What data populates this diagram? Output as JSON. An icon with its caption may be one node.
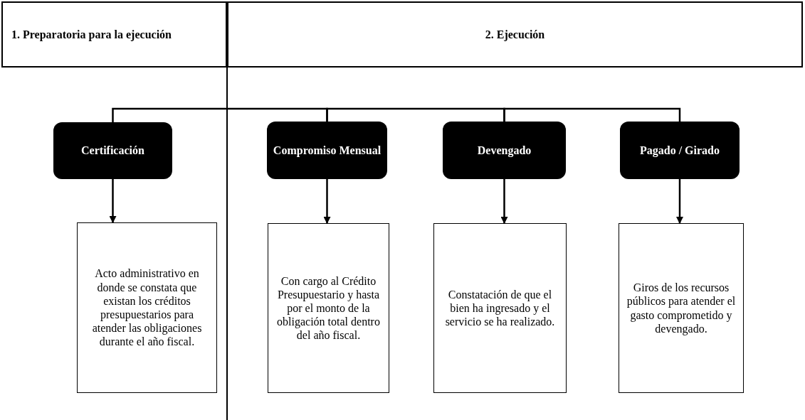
{
  "diagram": {
    "nodes": [
      {
        "text": [
          "1. Preparatoria para la ejecución"
        ]
      },
      {
        "text": [
          "2. Ejecución"
        ]
      },
      {
        "text": [
          "Certificación"
        ]
      },
      {
        "text": [
          "Compromiso Mensual"
        ]
      },
      {
        "text": [
          "Devengado"
        ]
      },
      {
        "text": [
          "Pagado / Girado"
        ]
      },
      {
        "text": [
          "Acto administrativo en donde se constata que existan los créditos presupuestarios para atender las obligaciones durante el año fiscal."
        ]
      },
      {
        "text": [
          "Con cargo al Crédito Presupuestario y hasta por el monto de la obligación total dentro del año fiscal."
        ]
      },
      {
        "text": [
          "Constatación de que el bien ha ingresado y el servicio se ha realizado."
        ]
      },
      {
        "text": [
          "Giros de los recursos públicos para atender el gasto comprometido y devengado."
        ]
      }
    ],
    "edges": [
      {
        "from": 2,
        "to": 3,
        "arrow": "none"
      },
      {
        "from": 3,
        "to": 4,
        "arrow": "none"
      },
      {
        "from": 4,
        "to": 5,
        "arrow": "none"
      },
      {
        "from": 2,
        "to": 6,
        "arrow": "to"
      },
      {
        "from": 3,
        "to": 7,
        "arrow": "to"
      },
      {
        "from": 4,
        "to": 8,
        "arrow": "to"
      },
      {
        "from": 5,
        "to": 9,
        "arrow": "to"
      }
    ]
  }
}
